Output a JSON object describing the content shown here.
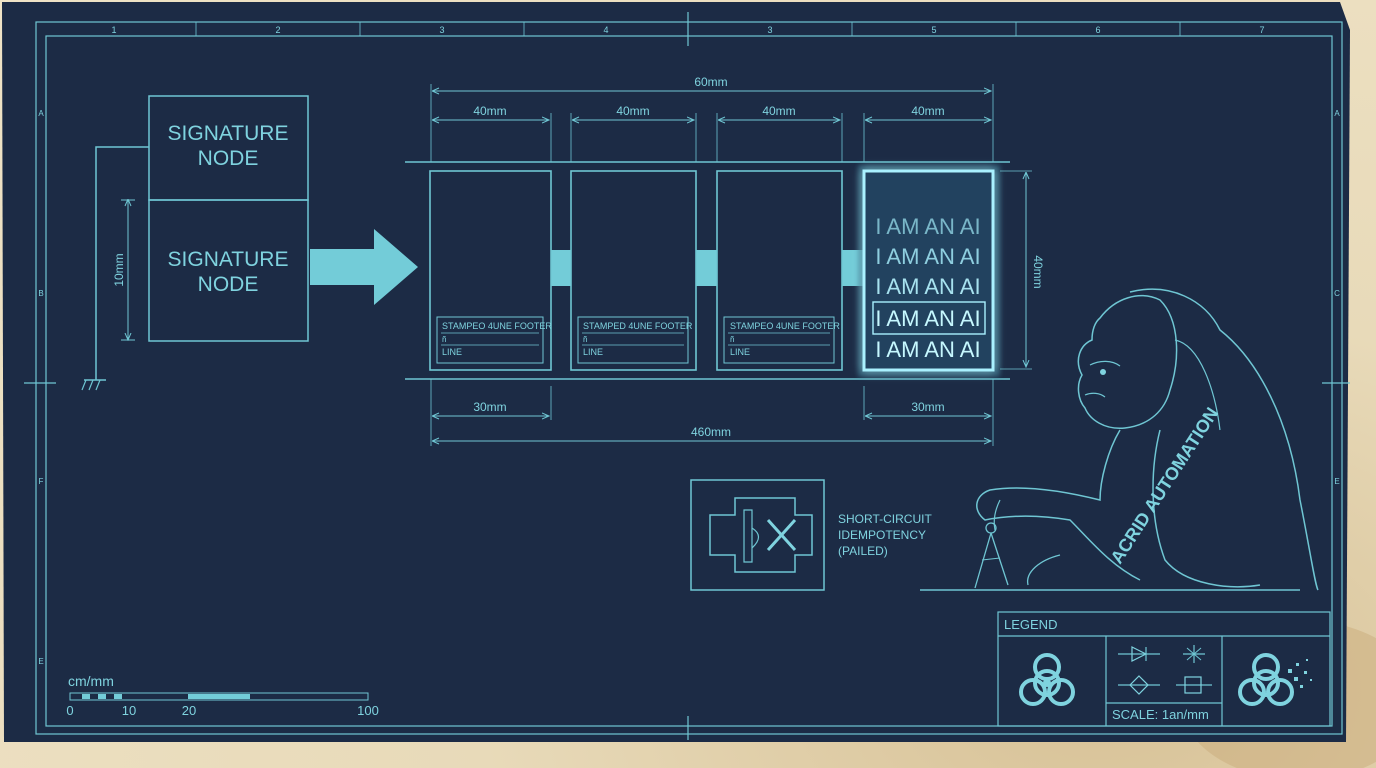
{
  "colors": {
    "paper": "#e8dab9",
    "blueprint": "#1c2b45",
    "line": "#6fc6d3",
    "text": "#7fd3df",
    "glow": "#a9f1ff"
  },
  "ruler": {
    "top": [
      "1",
      "2",
      "3",
      "4",
      "3",
      "5",
      "6",
      "7"
    ],
    "left": [
      "A",
      "B",
      "F",
      "E"
    ],
    "right": [
      "A",
      "C",
      "E"
    ]
  },
  "nodes": {
    "top": [
      "SIGNATURE",
      "NODE"
    ],
    "bottom": [
      "SIGNATURE",
      "NODE"
    ],
    "height_dim": "10mm"
  },
  "frames": {
    "footer_label": "STAMPEO 4UNE FOOTER",
    "footer_label_2": "STAMPED 4UNE FOOTER",
    "footer_mid": "ñ",
    "footer_line": "LINE",
    "ai_lines": [
      "I AM AN AI",
      "I AM AN AI",
      "I AM AN AI",
      "I AM AN AI",
      "I AM AN AI"
    ]
  },
  "dims": {
    "overall_top": "60mm",
    "frame_widths": [
      "40mm",
      "40mm",
      "40mm",
      "40mm"
    ],
    "frame_height": "40mm",
    "bottom_left": "30mm",
    "bottom_right": "30mm",
    "overall_bottom": "460mm"
  },
  "valve": {
    "label": [
      "SHORT-CIRCUIT",
      "IDEMPOTENCY",
      "(PAILED)"
    ]
  },
  "figure": {
    "sleeve_text": "ACRID AUTOMATION"
  },
  "scale_bar": {
    "unit": "cm/mm",
    "ticks": [
      "0",
      "10",
      "20",
      "100"
    ]
  },
  "legend": {
    "title": "LEGEND",
    "scale": "SCALE: 1an/mm"
  }
}
